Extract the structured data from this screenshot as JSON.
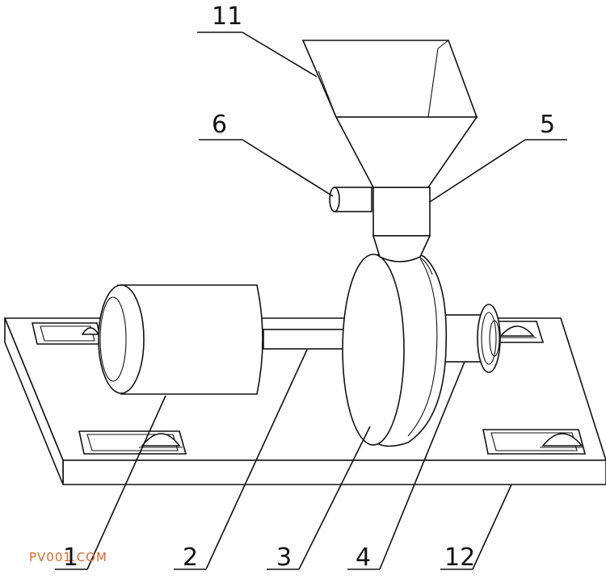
{
  "labels": {
    "l1": "1",
    "l2": "2",
    "l3": "3",
    "l4": "4",
    "l5": "5",
    "l6": "6",
    "l11": "11",
    "l12": "12"
  },
  "watermark": "PV001.COM"
}
